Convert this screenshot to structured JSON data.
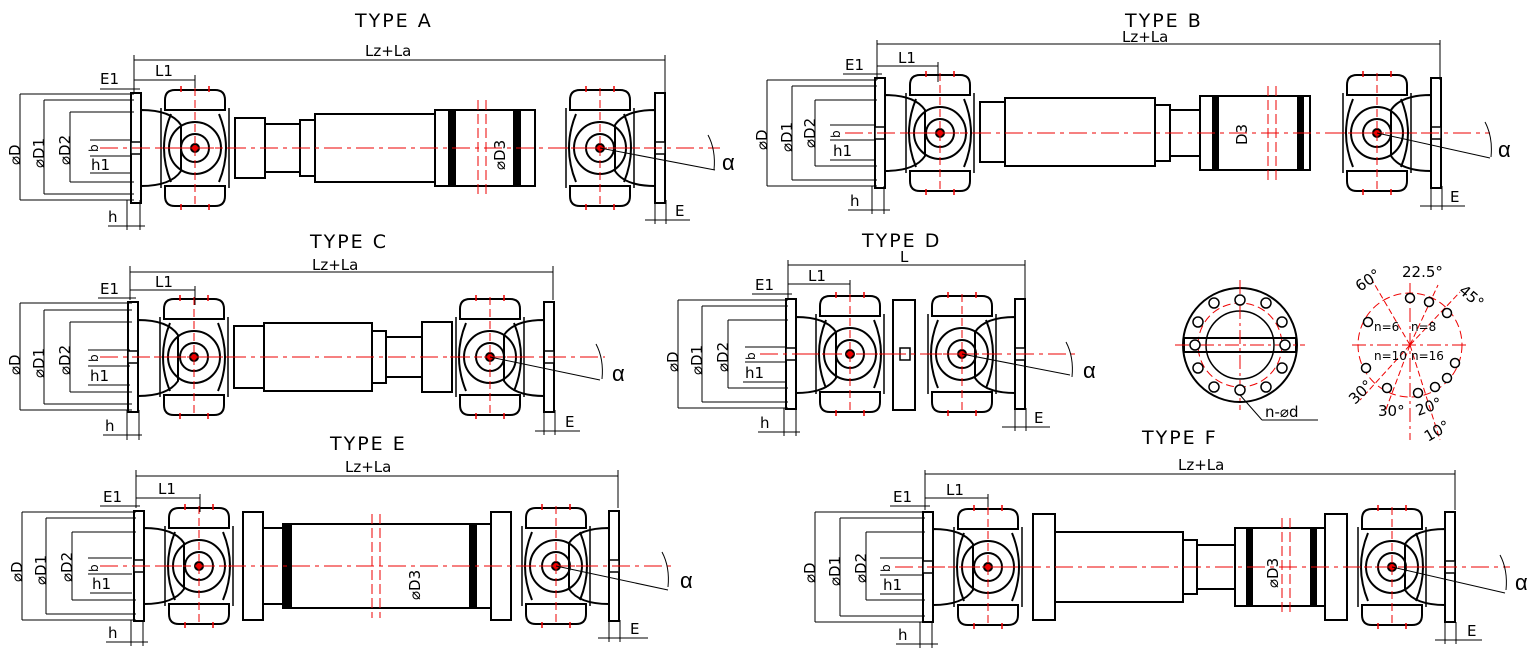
{
  "types": [
    {
      "id": "A",
      "title": "TYPE A",
      "total_label": "Lz+La",
      "len_label": "L1",
      "flange_label": "E1",
      "h_label": "h",
      "e_label": "E",
      "alpha": "α",
      "dia": [
        "⌀D",
        "⌀D1",
        "⌀D2"
      ],
      "b": "b",
      "h1": "h1",
      "d3": "⌀D3"
    },
    {
      "id": "B",
      "title": "TYPE B",
      "total_label": "Lz+La",
      "len_label": "L1",
      "flange_label": "E1",
      "h_label": "h",
      "e_label": "E",
      "alpha": "α",
      "dia": [
        "⌀D",
        "⌀D1",
        "⌀D2"
      ],
      "b": "b",
      "h1": "h1",
      "d3": "D3"
    },
    {
      "id": "C",
      "title": "TYPE C",
      "total_label": "Lz+La",
      "len_label": "L1",
      "flange_label": "E1",
      "h_label": "h",
      "e_label": "E",
      "alpha": "α",
      "dia": [
        "⌀D",
        "⌀D1",
        "⌀D2"
      ],
      "b": "b",
      "h1": "h1"
    },
    {
      "id": "D",
      "title": "TYPE D",
      "total_label": "L",
      "len_label": "L1",
      "flange_label": "E1",
      "h_label": "h",
      "e_label": "E",
      "alpha": "α",
      "dia": [
        "⌀D",
        "⌀D1",
        "⌀D2"
      ],
      "b": "b",
      "h1": "h1"
    },
    {
      "id": "E",
      "title": "TYPE E",
      "total_label": "Lz+La",
      "len_label": "L1",
      "flange_label": "E1",
      "h_label": "h",
      "e_label": "E",
      "alpha": "α",
      "dia": [
        "⌀D",
        "⌀D1",
        "⌀D2"
      ],
      "b": "b",
      "h1": "h1",
      "d3": "⌀D3"
    },
    {
      "id": "F",
      "title": "TYPE F",
      "total_label": "Lz+La",
      "len_label": "L1",
      "flange_label": "E1",
      "h_label": "h",
      "e_label": "E",
      "alpha": "α",
      "dia": [
        "⌀D",
        "⌀D1",
        "⌀D2"
      ],
      "b": "b",
      "h1": "h1",
      "d3": "⌀D3"
    }
  ],
  "flange_view": {
    "hole_label": "n-⌀d"
  },
  "bolt_pattern": {
    "angles": [
      "60°",
      "22.5°",
      "45°",
      "30°",
      "30°",
      "20°",
      "10°"
    ],
    "counts": [
      "n=6",
      "n=8",
      "n=10",
      "n=16"
    ]
  },
  "colors": {
    "line": "#000000",
    "center": "#e00000"
  }
}
